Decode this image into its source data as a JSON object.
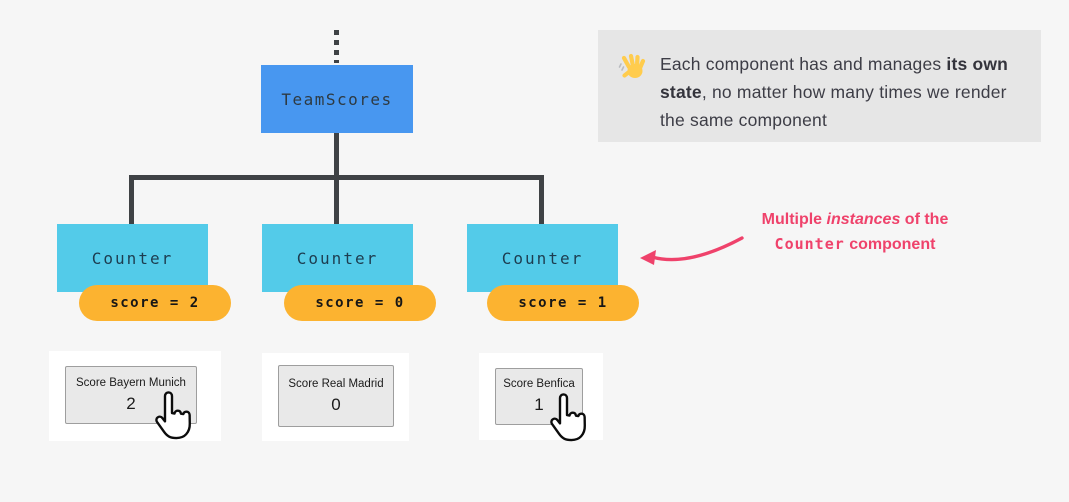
{
  "diagram": {
    "root": {
      "label": "TeamScores"
    },
    "counters": [
      {
        "label": "Counter",
        "state": "score = 2"
      },
      {
        "label": "Counter",
        "state": "score = 0"
      },
      {
        "label": "Counter",
        "state": "score = 1"
      }
    ],
    "rendered_buttons": [
      {
        "label": "Score Bayern Munich",
        "value": "2",
        "cursor": "hand-cursor-icon"
      },
      {
        "label": "Score Real Madrid",
        "value": "0"
      },
      {
        "label": "Score Benfica",
        "value": "1",
        "cursor": "hand-cursor-icon"
      }
    ]
  },
  "note": {
    "icon": "waving-hand-icon",
    "part1": "Each component has and manages ",
    "bold1": "its own state",
    "part2": ", no matter how many times we render the same component"
  },
  "annotation": {
    "icon": "curved-arrow-icon",
    "line1_part1": "Multiple ",
    "line1_italic": "instances",
    "line1_part2": " of the",
    "line2_code": "Counter",
    "line2_part2": " component"
  },
  "colors": {
    "background": "#f6f6f6",
    "root_box": "#4897f0",
    "counter_box": "#53cbe9",
    "state_pill": "#fcb330",
    "tree_lines": "#3f4245",
    "note_background": "#e6e6e6",
    "annotation_accent": "#ef426b"
  }
}
